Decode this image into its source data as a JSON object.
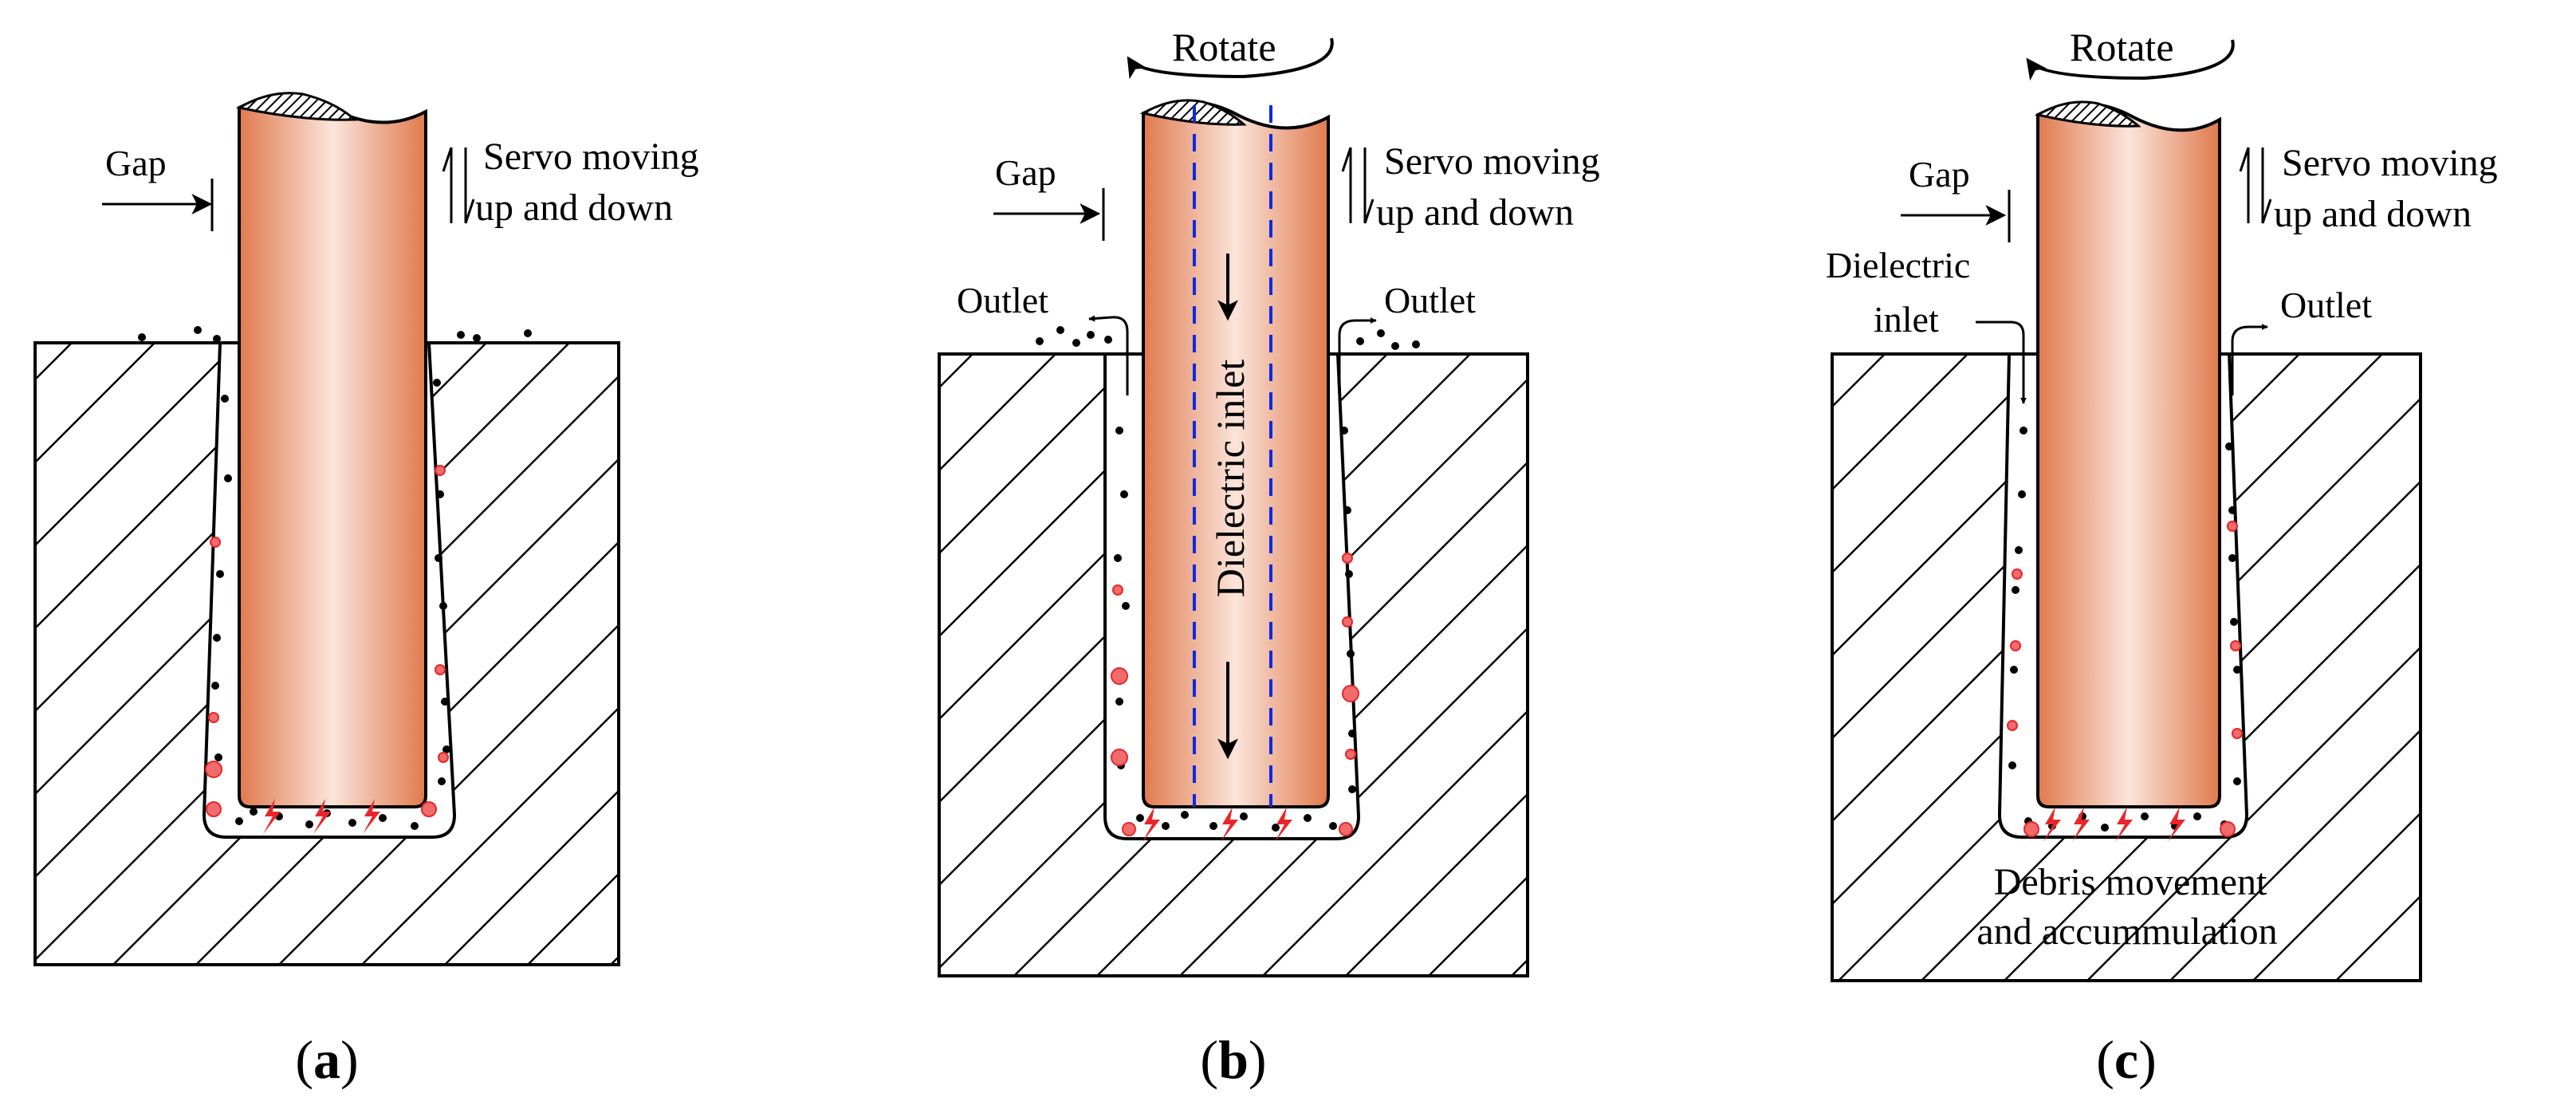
{
  "colors": {
    "electrode_edge": "#E07A4E",
    "electrode_center": "#FBE4DA",
    "spark": "#E8262A",
    "bubble": "#F06C6C",
    "debris": "#000000",
    "channel": "#0A2BE0",
    "hatch": "#000000"
  },
  "icons": [
    "spark-icon",
    "bubble-icon",
    "debris-particle",
    "rotate-arrow",
    "servo-arrows"
  ],
  "panels": [
    {
      "id": "a",
      "label_open": "(",
      "label_letter": "a",
      "label_close": ")",
      "gap": "Gap",
      "servo_line1": "Servo moving",
      "servo_line2": "up and down"
    },
    {
      "id": "b",
      "label_open": "(",
      "label_letter": "b",
      "label_close": ")",
      "gap": "Gap",
      "rotate": "Rotate",
      "servo_line1": "Servo moving",
      "servo_line2": "up and down",
      "outlet_left": "Outlet",
      "outlet_right": "Outlet",
      "dielectric_inlet": "Dielectric inlet"
    },
    {
      "id": "c",
      "label_open": "(",
      "label_letter": "c",
      "label_close": ")",
      "gap": "Gap",
      "rotate": "Rotate",
      "servo_line1": "Servo moving",
      "servo_line2": "up and down",
      "dielectric_line1": "Dielectric",
      "dielectric_line2": "inlet",
      "outlet": "Outlet",
      "debris_line1": "Debris movement",
      "debris_line2": "and accummulation"
    }
  ]
}
